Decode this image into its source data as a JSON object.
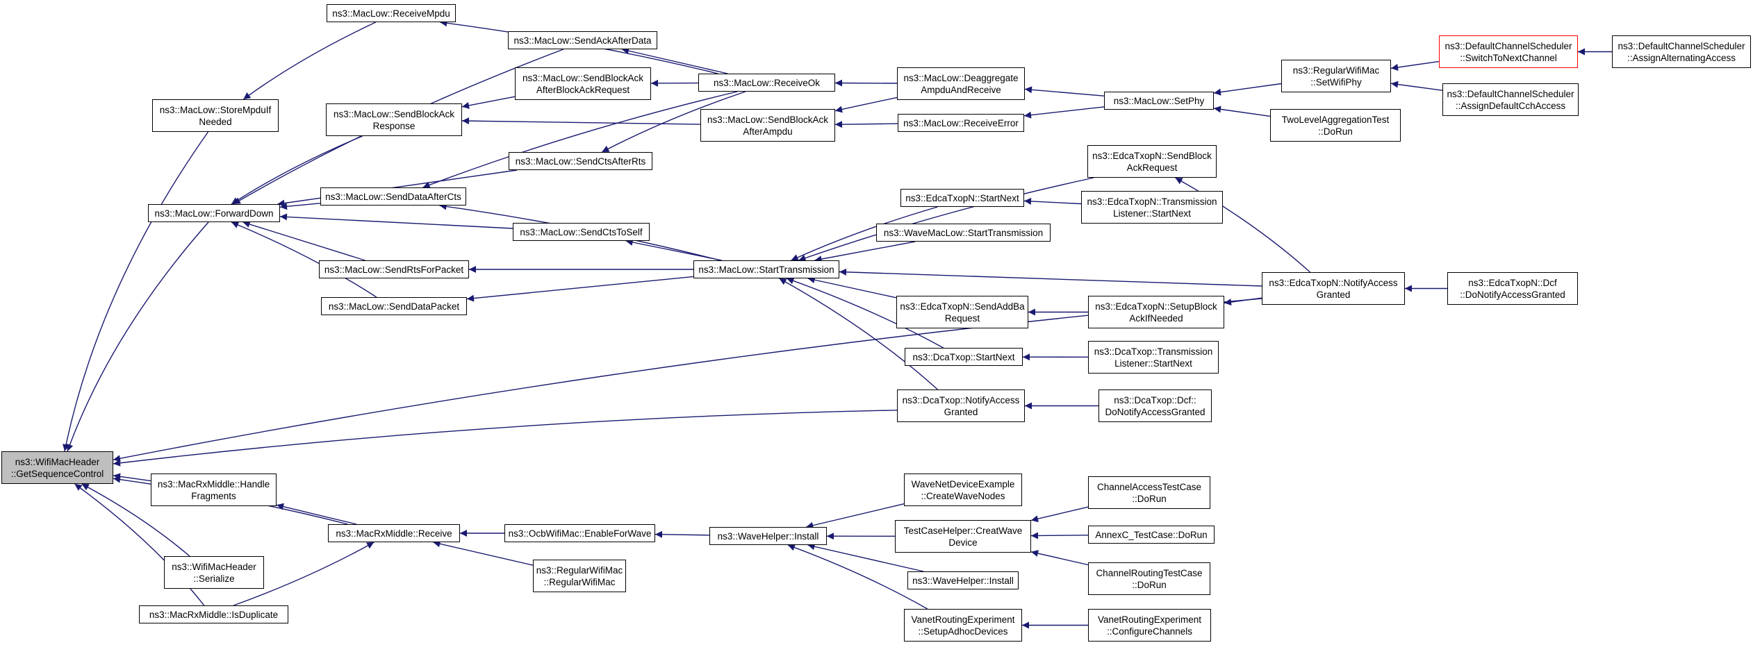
{
  "graph": {
    "edge_color": "#191970",
    "root_fill": "#bfbfbf",
    "truncated_border": "#ff0000",
    "nodes": [
      {
        "id": "root",
        "lines": [
          "ns3::WifiMacHeader",
          "::GetSequenceControl"
        ],
        "root": true
      },
      {
        "id": "storempdu",
        "lines": [
          "ns3::MacLow::StoreMpduIf",
          "Needed"
        ]
      },
      {
        "id": "receivempdu",
        "lines": [
          "ns3::MacLow::ReceiveMpdu"
        ]
      },
      {
        "id": "forwarddown",
        "lines": [
          "ns3::MacLow::ForwardDown"
        ]
      },
      {
        "id": "sendackafterdata",
        "lines": [
          "ns3::MacLow::SendAckAfterData"
        ]
      },
      {
        "id": "sendblockackafterbar",
        "lines": [
          "ns3::MacLow::SendBlockAck",
          "AfterBlockAckRequest"
        ]
      },
      {
        "id": "sendblockackresponse",
        "lines": [
          "ns3::MacLow::SendBlockAck",
          "Response"
        ]
      },
      {
        "id": "sendctsafterrts",
        "lines": [
          "ns3::MacLow::SendCtsAfterRts"
        ]
      },
      {
        "id": "senddataaftercts",
        "lines": [
          "ns3::MacLow::SendDataAfterCts"
        ]
      },
      {
        "id": "sendctstoself",
        "lines": [
          "ns3::MacLow::SendCtsToSelf"
        ]
      },
      {
        "id": "sendrtsforpacket",
        "lines": [
          "ns3::MacLow::SendRtsForPacket"
        ]
      },
      {
        "id": "senddatapacket",
        "lines": [
          "ns3::MacLow::SendDataPacket"
        ]
      },
      {
        "id": "receiveok",
        "lines": [
          "ns3::MacLow::ReceiveOk"
        ]
      },
      {
        "id": "sendblockackafterampdu",
        "lines": [
          "ns3::MacLow::SendBlockAck",
          "AfterAmpdu"
        ]
      },
      {
        "id": "starttransmission",
        "lines": [
          "ns3::MacLow::StartTransmission"
        ]
      },
      {
        "id": "deaggregate",
        "lines": [
          "ns3::MacLow::Deaggregate",
          "AmpduAndReceive"
        ]
      },
      {
        "id": "receiveerror",
        "lines": [
          "ns3::MacLow::ReceiveError"
        ]
      },
      {
        "id": "setphy",
        "lines": [
          "ns3::MacLow::SetPhy"
        ]
      },
      {
        "id": "regularsetwifiphy",
        "lines": [
          "ns3::RegularWifiMac",
          "::SetWifiPhy"
        ]
      },
      {
        "id": "twolevelaggr",
        "lines": [
          "TwoLevelAggregationTest",
          "::DoRun"
        ]
      },
      {
        "id": "switchtonext",
        "lines": [
          "ns3::DefaultChannelScheduler",
          "::SwitchToNextChannel"
        ],
        "truncated": true
      },
      {
        "id": "assignalternating",
        "lines": [
          "ns3::DefaultChannelScheduler",
          "::AssignAlternatingAccess"
        ]
      },
      {
        "id": "assigndefaultcch",
        "lines": [
          "ns3::DefaultChannelScheduler",
          "::AssignDefaultCchAccess"
        ]
      },
      {
        "id": "edcasendblockackreq",
        "lines": [
          "ns3::EdcaTxopN::SendBlock",
          "AckRequest"
        ]
      },
      {
        "id": "edcastartnext",
        "lines": [
          "ns3::EdcaTxopN::StartNext"
        ]
      },
      {
        "id": "edcatxlistener",
        "lines": [
          "ns3::EdcaTxopN::Transmission",
          "Listener::StartNext"
        ]
      },
      {
        "id": "wavemaclow",
        "lines": [
          "ns3::WaveMacLow::StartTransmission"
        ]
      },
      {
        "id": "edcanotify",
        "lines": [
          "ns3::EdcaTxopN::NotifyAccess",
          "Granted"
        ]
      },
      {
        "id": "edcadcf",
        "lines": [
          "ns3::EdcaTxopN::Dcf",
          "::DoNotifyAccessGranted"
        ]
      },
      {
        "id": "edcasendaddba",
        "lines": [
          "ns3::EdcaTxopN::SendAddBa",
          "Request"
        ]
      },
      {
        "id": "edcasetupblockack",
        "lines": [
          "ns3::EdcaTxopN::SetupBlock",
          "AckIfNeeded"
        ]
      },
      {
        "id": "dcastartnext",
        "lines": [
          "ns3::DcaTxop::StartNext"
        ]
      },
      {
        "id": "dcatxlistener",
        "lines": [
          "ns3::DcaTxop::Transmission",
          "Listener::StartNext"
        ]
      },
      {
        "id": "dcanotify",
        "lines": [
          "ns3::DcaTxop::NotifyAccess",
          "Granted"
        ]
      },
      {
        "id": "dcadcf",
        "lines": [
          "ns3::DcaTxop::Dcf::",
          "DoNotifyAccessGranted"
        ]
      },
      {
        "id": "handlefragments",
        "lines": [
          "ns3::MacRxMiddle::Handle",
          "Fragments"
        ]
      },
      {
        "id": "rxreceive",
        "lines": [
          "ns3::MacRxMiddle::Receive"
        ]
      },
      {
        "id": "serialize",
        "lines": [
          "ns3::WifiMacHeader",
          "::Serialize"
        ]
      },
      {
        "id": "isduplicate",
        "lines": [
          "ns3::MacRxMiddle::IsDuplicate"
        ]
      },
      {
        "id": "ocbenable",
        "lines": [
          "ns3::OcbWifiMac::EnableForWave"
        ]
      },
      {
        "id": "regularwifimac",
        "lines": [
          "ns3::RegularWifiMac",
          "::RegularWifiMac"
        ]
      },
      {
        "id": "wavehelperinstall",
        "lines": [
          "ns3::WaveHelper::Install"
        ]
      },
      {
        "id": "wavenetdevice",
        "lines": [
          "WaveNetDeviceExample",
          "::CreateWaveNodes"
        ]
      },
      {
        "id": "testcasehelper",
        "lines": [
          "TestCaseHelper::CreatWave",
          "Device"
        ]
      },
      {
        "id": "wavehelperinstall2",
        "lines": [
          "ns3::WaveHelper::Install"
        ]
      },
      {
        "id": "vanetsetup",
        "lines": [
          "VanetRoutingExperiment",
          "::SetupAdhocDevices"
        ]
      },
      {
        "id": "channelaccess",
        "lines": [
          "ChannelAccessTestCase",
          "::DoRun"
        ]
      },
      {
        "id": "annexc",
        "lines": [
          "AnnexC_TestCase::DoRun"
        ]
      },
      {
        "id": "channelrouting",
        "lines": [
          "ChannelRoutingTestCase",
          "::DoRun"
        ]
      },
      {
        "id": "vanetconfigure",
        "lines": [
          "VanetRoutingExperiment",
          "::ConfigureChannels"
        ]
      }
    ],
    "edges": [
      [
        "storempdu",
        "root"
      ],
      [
        "forwarddown",
        "root"
      ],
      [
        "dcanotify",
        "root"
      ],
      [
        "edcanotify",
        "root"
      ],
      [
        "handlefragments",
        "root"
      ],
      [
        "rxreceive",
        "root"
      ],
      [
        "serialize",
        "root"
      ],
      [
        "isduplicate",
        "root"
      ],
      [
        "receivempdu",
        "storempdu"
      ],
      [
        "sendackafterdata",
        "forwarddown"
      ],
      [
        "sendblockackresponse",
        "forwarddown"
      ],
      [
        "sendctsafterrts",
        "forwarddown"
      ],
      [
        "senddataaftercts",
        "forwarddown"
      ],
      [
        "sendctstoself",
        "forwarddown"
      ],
      [
        "sendrtsforpacket",
        "forwarddown"
      ],
      [
        "senddatapacket",
        "forwarddown"
      ],
      [
        "receiveok",
        "receivempdu"
      ],
      [
        "receiveok",
        "sendackafterdata"
      ],
      [
        "receiveok",
        "sendblockackafterbar"
      ],
      [
        "receiveok",
        "sendctsafterrts"
      ],
      [
        "receiveok",
        "senddataaftercts"
      ],
      [
        "sendblockackafterbar",
        "sendblockackresponse"
      ],
      [
        "sendblockackafterampdu",
        "sendblockackresponse"
      ],
      [
        "deaggregate",
        "receiveok"
      ],
      [
        "deaggregate",
        "sendblockackafterampdu"
      ],
      [
        "receiveerror",
        "sendblockackafterampdu"
      ],
      [
        "setphy",
        "deaggregate"
      ],
      [
        "setphy",
        "receiveerror"
      ],
      [
        "regularsetwifiphy",
        "setphy"
      ],
      [
        "twolevelaggr",
        "setphy"
      ],
      [
        "switchtonext",
        "regularsetwifiphy"
      ],
      [
        "assigndefaultcch",
        "regularsetwifiphy"
      ],
      [
        "assignalternating",
        "switchtonext"
      ],
      [
        "starttransmission",
        "senddataaftercts"
      ],
      [
        "starttransmission",
        "sendctstoself"
      ],
      [
        "starttransmission",
        "sendrtsforpacket"
      ],
      [
        "starttransmission",
        "senddatapacket"
      ],
      [
        "edcasendblockackreq",
        "starttransmission"
      ],
      [
        "edcastartnext",
        "starttransmission"
      ],
      [
        "wavemaclow",
        "starttransmission"
      ],
      [
        "edcanotify",
        "starttransmission"
      ],
      [
        "edcasendaddba",
        "starttransmission"
      ],
      [
        "dcastartnext",
        "starttransmission"
      ],
      [
        "dcanotify",
        "starttransmission"
      ],
      [
        "edcatxlistener",
        "edcastartnext"
      ],
      [
        "edcanotify",
        "edcasendblockackreq"
      ],
      [
        "edcadcf",
        "edcanotify"
      ],
      [
        "edcasetupblockack",
        "edcasendaddba"
      ],
      [
        "edcanotify",
        "edcasetupblockack"
      ],
      [
        "dcatxlistener",
        "dcastartnext"
      ],
      [
        "dcadcf",
        "dcanotify"
      ],
      [
        "rxreceive",
        "handlefragments"
      ],
      [
        "isduplicate",
        "rxreceive"
      ],
      [
        "ocbenable",
        "rxreceive"
      ],
      [
        "regularwifimac",
        "rxreceive"
      ],
      [
        "wavehelperinstall",
        "ocbenable"
      ],
      [
        "wavenetdevice",
        "wavehelperinstall"
      ],
      [
        "testcasehelper",
        "wavehelperinstall"
      ],
      [
        "wavehelperinstall2",
        "wavehelperinstall"
      ],
      [
        "vanetsetup",
        "wavehelperinstall"
      ],
      [
        "channelaccess",
        "testcasehelper"
      ],
      [
        "annexc",
        "testcasehelper"
      ],
      [
        "channelrouting",
        "testcasehelper"
      ],
      [
        "vanetconfigure",
        "vanetsetup"
      ]
    ]
  }
}
